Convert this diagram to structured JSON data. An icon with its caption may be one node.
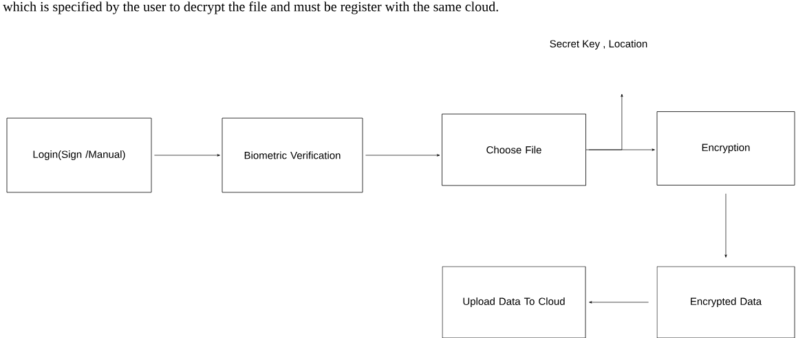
{
  "diagram": {
    "nodes": [
      {
        "text": [
          "Login(Sign /Manual)"
        ]
      },
      {
        "text": [
          "Biometric Verification"
        ]
      },
      {
        "text": [
          "Choose File"
        ]
      },
      {
        "text": [
          "Secret Key , Location"
        ]
      },
      {
        "text": [
          "Encryption"
        ]
      },
      {
        "text": [
          "Upload Data To Cloud"
        ]
      },
      {
        "text": [
          "Encrypted Data"
        ]
      }
    ],
    "edges": [
      {
        "from": 0,
        "to": 1,
        "arrow": "to"
      },
      {
        "from": 1,
        "to": 2,
        "arrow": "to"
      },
      {
        "from": 2,
        "to": 4,
        "arrow": "to"
      },
      {
        "from": 2,
        "to": 3,
        "arrow": "to"
      },
      {
        "from": 4,
        "to": 6,
        "arrow": "to"
      },
      {
        "from": 6,
        "to": 5,
        "arrow": "to"
      }
    ],
    "labels": [
      "which is specified by the user to decrypt the file and must be register with the same cloud."
    ]
  }
}
